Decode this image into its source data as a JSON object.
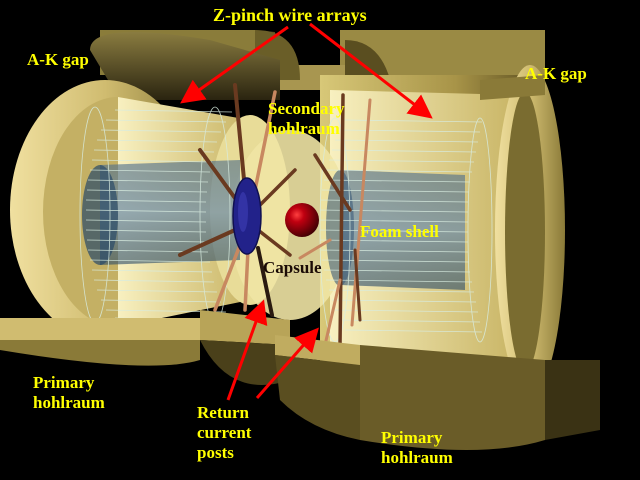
{
  "diagram": {
    "title": "Z-pinch wire arrays",
    "labels": {
      "zpinch": "Z-pinch wire arrays",
      "ak_gap_left": "A-K gap",
      "ak_gap_right": "A-K gap",
      "secondary_hohlraum": "Secondary\nhohlraum",
      "foam_shell": "Foam shell",
      "capsule": "Capsule",
      "primary_hohlraum_left": "Primary\nhohlraum",
      "primary_hohlraum_right": "Primary\nhohlraum",
      "return_current_posts": "Return\ncurrent\nposts"
    },
    "colors": {
      "background": "#000000",
      "label_text": "#ffff00",
      "capsule_label": "#1a0a05",
      "arrow": "#ff0000",
      "gold_light": "#e8d890",
      "gold_mid": "#b8a458",
      "gold_dark": "#5a4e22",
      "wire": "#c8e0d0",
      "post": "#b87850",
      "capsule": "#b00008",
      "blue_disk": "#20208a",
      "foam": "#3a5a78"
    }
  }
}
